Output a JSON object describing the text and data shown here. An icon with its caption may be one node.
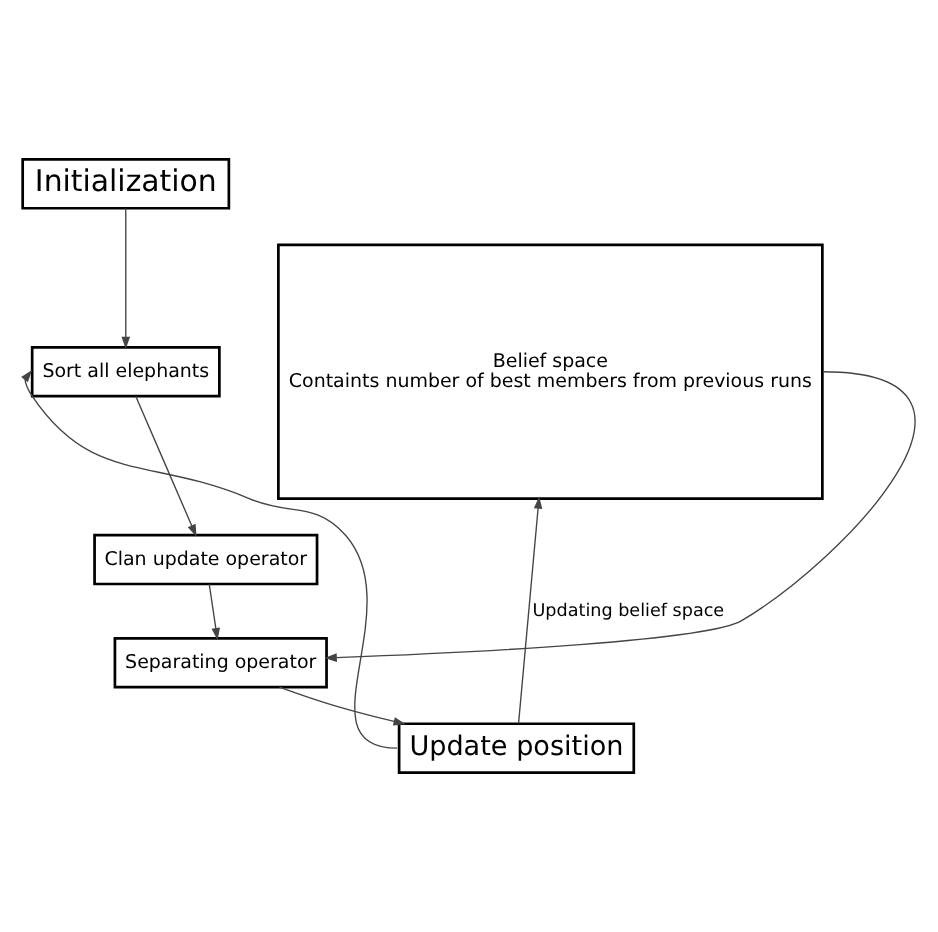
{
  "diagram": {
    "nodes": [
      {
        "text": [
          "Initialization"
        ]
      },
      {
        "text": [
          "Sort all elephants"
        ]
      },
      {
        "text": [
          "Clan update operator"
        ]
      },
      {
        "text": [
          "Separating operator"
        ]
      },
      {
        "text": [
          "Update position"
        ]
      },
      {
        "text": [
          "Belief space",
          "Containts number of best members from previous runs"
        ]
      }
    ],
    "edges": [
      {
        "from": 0,
        "to": 1,
        "arrow": "to"
      },
      {
        "from": 1,
        "to": 2,
        "arrow": "to"
      },
      {
        "from": 2,
        "to": 3,
        "arrow": "to"
      },
      {
        "from": 3,
        "to": 4,
        "arrow": "to"
      },
      {
        "from": 5,
        "to": 3,
        "arrow": "to"
      },
      {
        "from": 4,
        "to": 1,
        "arrow": "to"
      },
      {
        "from": 4,
        "to": 5,
        "arrow": "to",
        "label": "Updating belief space"
      }
    ]
  }
}
